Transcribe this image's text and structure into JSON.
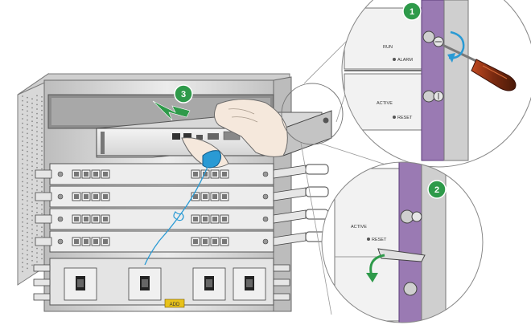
{
  "steps": [
    {
      "number": "1"
    },
    {
      "number": "2"
    },
    {
      "number": "3"
    }
  ],
  "colors": {
    "step_badge": "#2e9a4a",
    "step_badge_stroke": "#ffffff",
    "chassis_light": "#e9e9e9",
    "chassis_mid": "#c9c9c9",
    "chassis_dark": "#8a8a8a",
    "panel_purple": "#9a7ab3",
    "arrow_green": "#2e9a4a",
    "esd_strap_blue": "#2a9ad4",
    "screwdriver_handle": "#9a3418",
    "psu_label_yellow": "#e8c21a"
  },
  "labels": {
    "detail1_upper": "RUN",
    "detail1_middle": "ACTIVE",
    "detail1_reset": "RESET",
    "detail1_alarm": "ALARM",
    "detail2_active": "ACTIVE",
    "detail2_reset": "RESET",
    "psu_tag": "ADD"
  }
}
